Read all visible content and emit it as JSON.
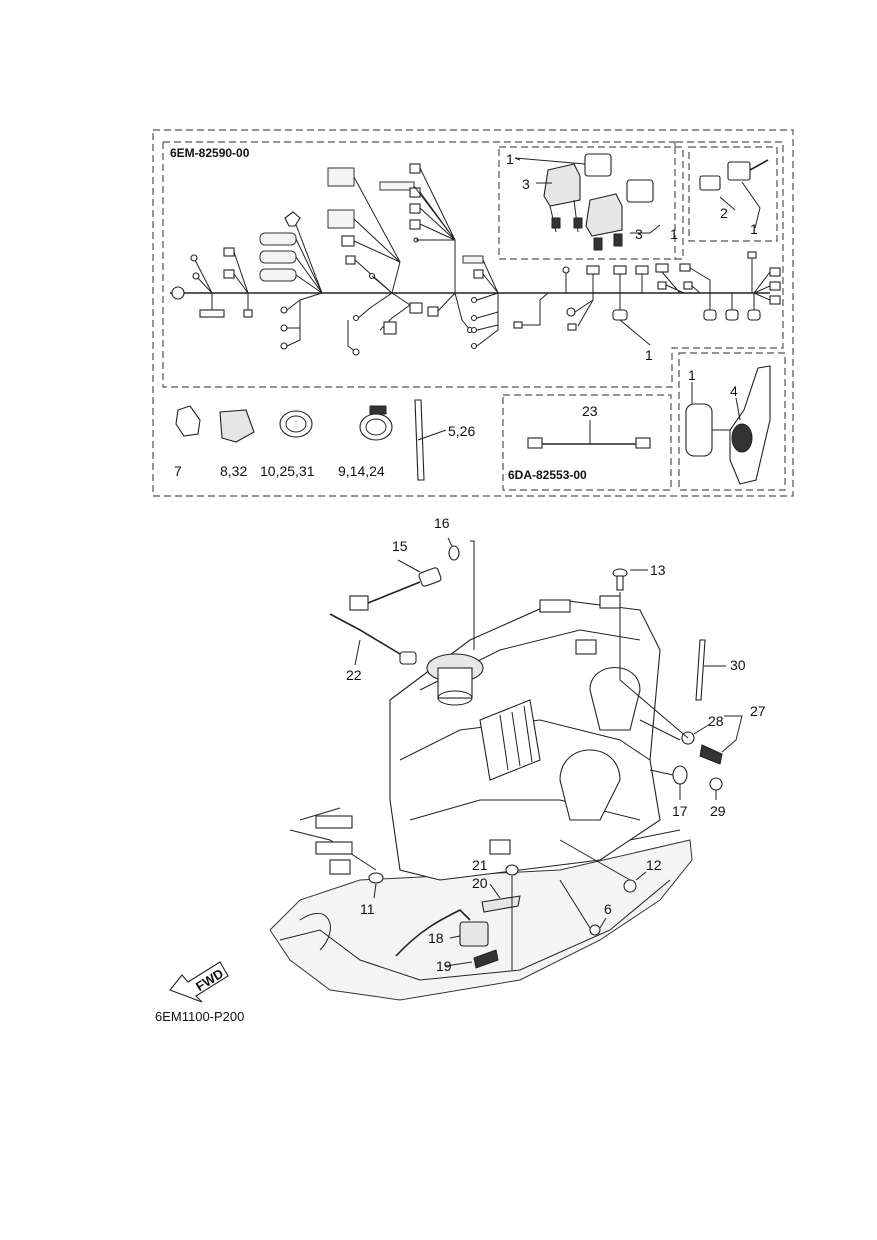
{
  "kit_codes": {
    "harness_kit": "6EM-82590-00",
    "sender_kit": "6DA-82553-00",
    "figure_id": "6EM1100-P200"
  },
  "callouts": {
    "n1": "1",
    "n2": "2",
    "n3": "3",
    "n4": "4",
    "n5_26": "5,26",
    "n6": "6",
    "n7": "7",
    "n8_32": "8,32",
    "n9_14_24": "9,14,24",
    "n10_25_31": "10,25,31",
    "n11": "11",
    "n12": "12",
    "n13": "13",
    "n15": "15",
    "n16": "16",
    "n17": "17",
    "n18": "18",
    "n19": "19",
    "n20": "20",
    "n21": "21",
    "n22": "22",
    "n23": "23",
    "n27": "27",
    "n28": "28",
    "n29": "29",
    "n30": "30"
  },
  "direction_arrow": "FWD"
}
